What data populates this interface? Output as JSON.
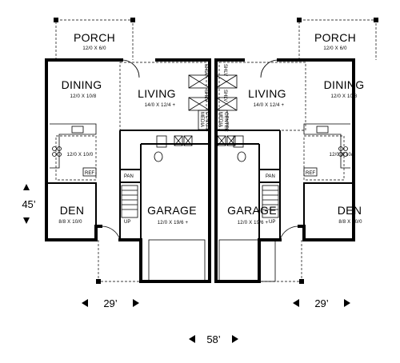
{
  "units": {
    "left": {
      "porch": {
        "name": "PORCH",
        "size": "12/0 X 6/0"
      },
      "dining": {
        "name": "DINING",
        "size": "12/0 X 10/8"
      },
      "living": {
        "name": "LIVING",
        "size": "14/0 X 12/4 +"
      },
      "kitchen": {
        "size": "12/0 X 10/0"
      },
      "den": {
        "name": "DEN",
        "size": "8/8 X 10/0"
      },
      "garage": {
        "name": "GARAGE",
        "size": "12/0 X 19/6 +"
      },
      "labels": {
        "shlv": "SHLV",
        "media": "MEDIA",
        "center": "CENTER",
        "pan": "PAN",
        "ref": "REF",
        "up": "UP"
      }
    },
    "right": {
      "porch": {
        "name": "PORCH",
        "size": "12/0 X 6/0"
      },
      "dining": {
        "name": "DINING",
        "size": "12/0 X 10/8"
      },
      "living": {
        "name": "LIVING",
        "size": "14/0 X 12/4 +"
      },
      "kitchen": {
        "size": "12/0 X 10/0"
      },
      "den": {
        "name": "DEN",
        "size": "8/8 X 10/0"
      },
      "garage": {
        "name": "GARAGE",
        "size": "12/0 X 19/6 +"
      },
      "labels": {
        "shlv": "SHLV",
        "media": "MEDIA",
        "center": "CENTER",
        "pan": "PAN",
        "ref": "REF",
        "up": "UP"
      }
    }
  },
  "dimensions": {
    "depth": "45’",
    "left_width": "29’",
    "right_width": "29’",
    "total_width": "58’"
  }
}
